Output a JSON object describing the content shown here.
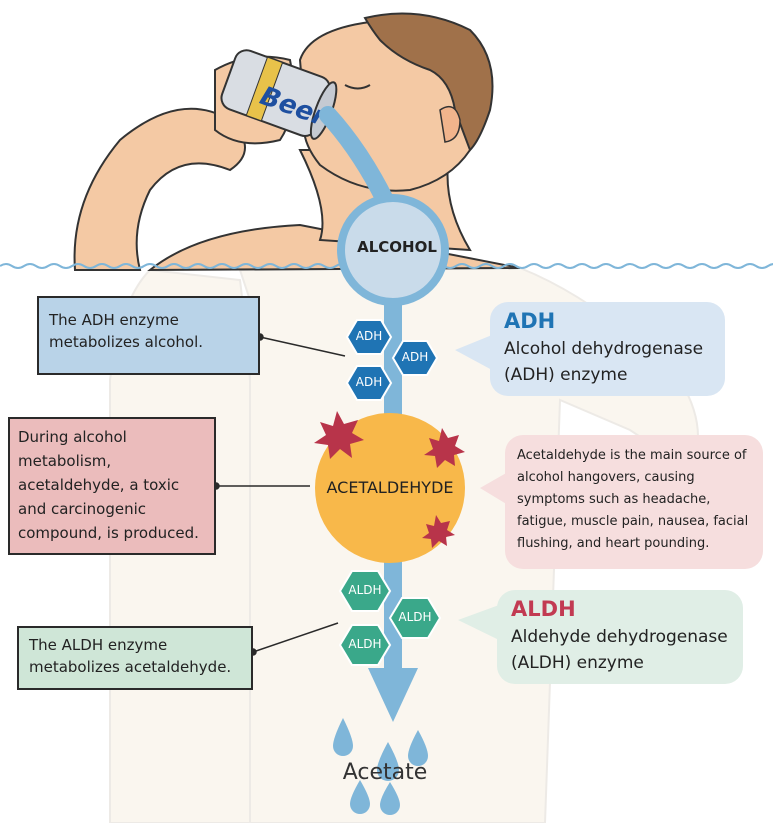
{
  "diagram": {
    "alcohol_label": "ALCOHOL",
    "acetaldehyde_label": "ACETALDEHYDE",
    "acetate_label": "Acetate",
    "adh_hex_label": "ADH",
    "aldh_hex_label": "ALDH",
    "can_text": "Beer"
  },
  "notes": {
    "adh": "The ADH enzyme metabolizes alcohol.",
    "acetaldehyde": "During alcohol metabolism, acetaldehyde, a toxic and carcinogenic compound, is produced.",
    "aldh": "The ALDH enzyme metabolizes acetaldehyde."
  },
  "callouts": {
    "adh": {
      "title": "ADH",
      "body": "Alcohol dehydrogenase (ADH) enzyme"
    },
    "acetaldehyde": {
      "body": "Acetaldehyde is the main source of alcohol hangovers, causing symptoms such as headache, fatigue, muscle pain, nausea, facial flushing, and heart pounding."
    },
    "aldh": {
      "title": "ALDH",
      "body": "Aldehyde dehydrogenase (ALDH) enzyme"
    }
  },
  "colors": {
    "stream": "#7fb6d9",
    "adh_hex": "#1f74b4",
    "aldh_hex": "#3aa88a",
    "acetaldehyde_circle": "#f8b84a",
    "spike": "#b8344a",
    "skin": "#f4c9a4",
    "hair": "#a0714a"
  }
}
